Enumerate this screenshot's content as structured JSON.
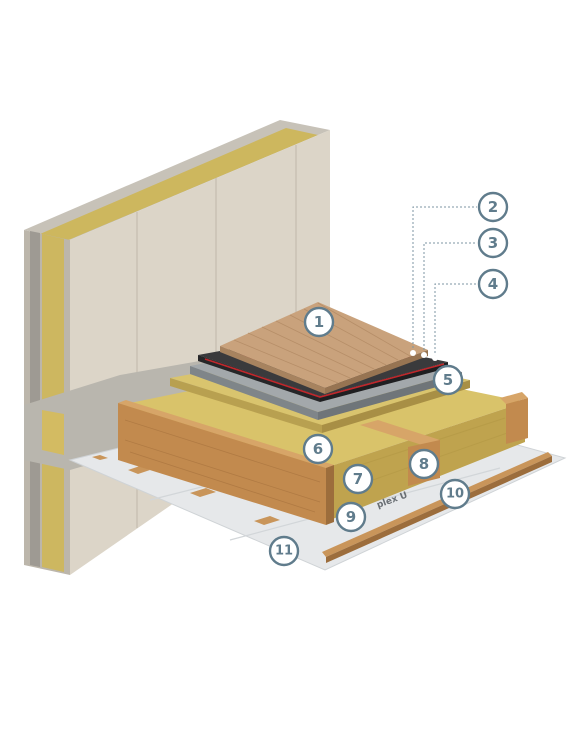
{
  "diagram": {
    "badges": [
      {
        "label": "1"
      },
      {
        "label": "2"
      },
      {
        "label": "3"
      },
      {
        "label": "4"
      },
      {
        "label": "5"
      },
      {
        "label": "6"
      },
      {
        "label": "7"
      },
      {
        "label": "8"
      },
      {
        "label": "9"
      },
      {
        "label": "10"
      },
      {
        "label": "11"
      }
    ],
    "membrane_print": "plex U"
  },
  "colors": {
    "badge_stroke": "#607c8c",
    "board": "#dcd5c8",
    "insulation": "#d9c36a",
    "timber": "#c9955a",
    "screed": "#9aa0a4",
    "heating_mat": "#3a3a3c",
    "heating_pipe": "#c0282c",
    "floor_finish": "#c9a27c",
    "membrane": "#e6e8ea"
  }
}
